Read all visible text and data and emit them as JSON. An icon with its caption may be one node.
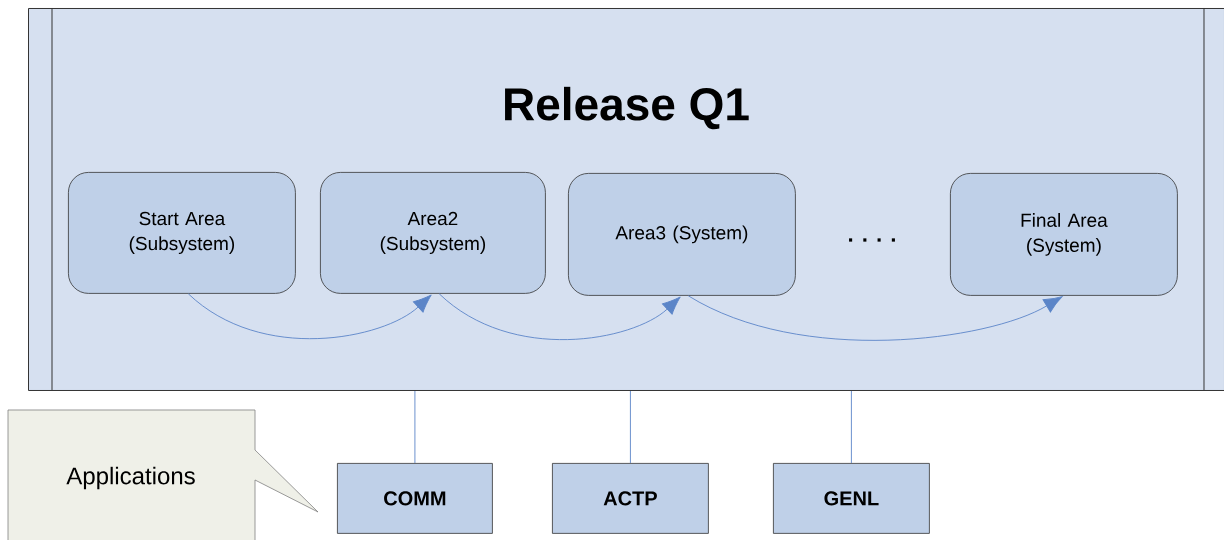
{
  "diagram": {
    "nodes": [
      {
        "text": [
          "Release Q1"
        ]
      },
      {
        "text": [
          "Start Area (Subsystem)"
        ],
        "in": 0
      },
      {
        "text": [
          "Area2 (Subsystem)"
        ],
        "in": 0
      },
      {
        "text": [
          "Area3 (System)"
        ],
        "in": 0
      },
      {
        "text": [
          "Final Area (System)"
        ],
        "in": 0
      },
      {
        "text": [
          "Applications"
        ]
      },
      {
        "text": [
          "COMM"
        ]
      },
      {
        "text": [
          "ACTP"
        ]
      },
      {
        "text": [
          "GENL"
        ]
      }
    ],
    "edges": [
      {
        "from": 1,
        "to": 2,
        "arrow": "to"
      },
      {
        "from": 2,
        "to": 3,
        "arrow": "to"
      },
      {
        "from": 3,
        "to": 4,
        "arrow": "to"
      },
      {
        "from": 0,
        "to": 6,
        "arrow": "none"
      },
      {
        "from": 0,
        "to": 7,
        "arrow": "none"
      },
      {
        "from": 0,
        "to": 8,
        "arrow": "none"
      }
    ],
    "labels": [
      ". . . ."
    ]
  }
}
